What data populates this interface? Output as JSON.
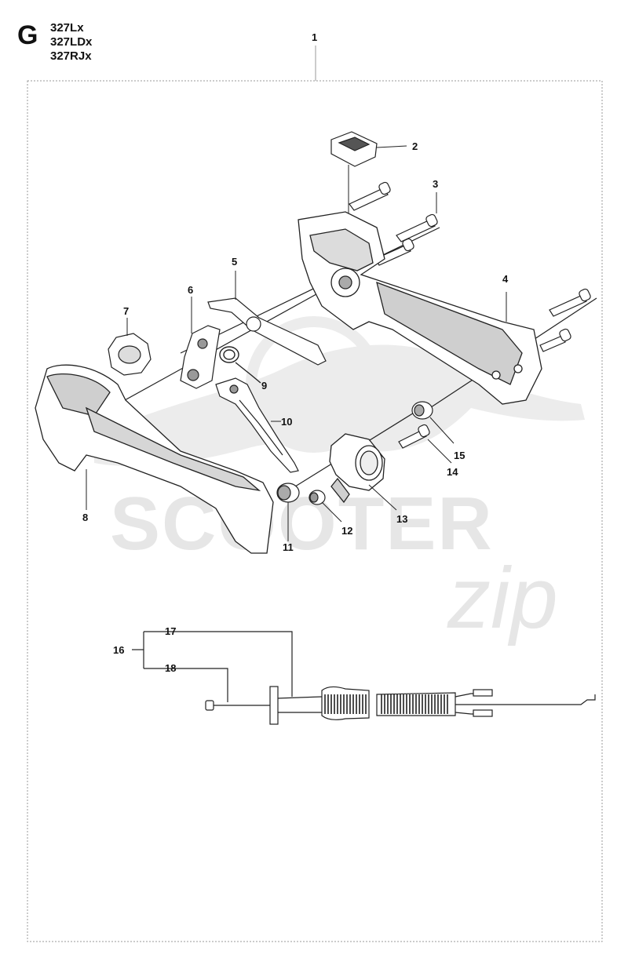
{
  "header": {
    "section_letter": "G",
    "models": [
      "327Lx",
      "327LDx",
      "327RJx"
    ]
  },
  "callouts": [
    "1",
    "2",
    "3",
    "4",
    "5",
    "6",
    "7",
    "8",
    "9",
    "10",
    "11",
    "12",
    "13",
    "14",
    "15",
    "16",
    "17",
    "18"
  ],
  "watermark": {
    "line1": "SCOOTER",
    "line2": "zip"
  },
  "colors": {
    "line": "#222222",
    "part_fill": "#ffffff",
    "part_shade": "#cfcfcf",
    "watermark": "#e4e4e4",
    "frame": "#9a9a9a"
  }
}
